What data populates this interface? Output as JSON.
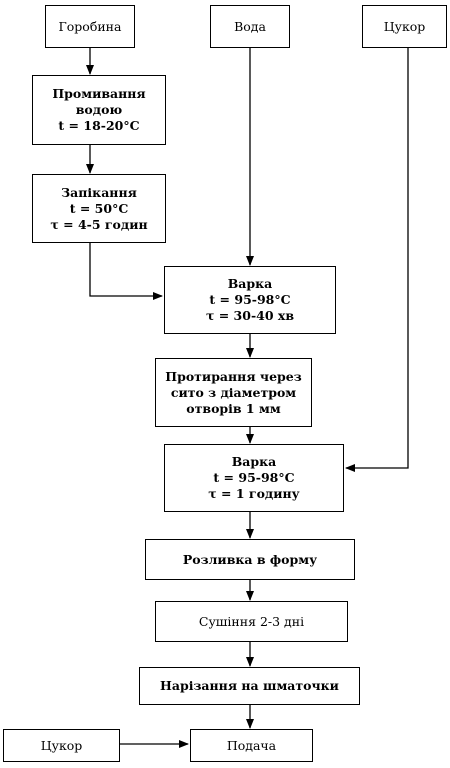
{
  "inputs": {
    "rowan": "Горобина",
    "water": "Вода",
    "sugar_top": "Цукор",
    "sugar_bottom": "Цукор"
  },
  "steps": {
    "washing": [
      "Промивання",
      "водою",
      "t = 18-20°C"
    ],
    "baking": [
      "Запікання",
      "t = 50°C",
      "τ = 4-5 годин"
    ],
    "cooking1": [
      "Варка",
      "t = 95-98°C",
      "τ = 30-40 хв"
    ],
    "rubbing": [
      "Протирання через",
      "сито з діаметром",
      "отворів 1 мм"
    ],
    "cooking2": [
      "Варка",
      "t = 95-98°C",
      "τ = 1 годину"
    ],
    "pouring": "Розливка в форму",
    "drying": "Сушіння 2-3 дні",
    "cutting": "Нарізання на шматочки",
    "serving": "Подача"
  }
}
